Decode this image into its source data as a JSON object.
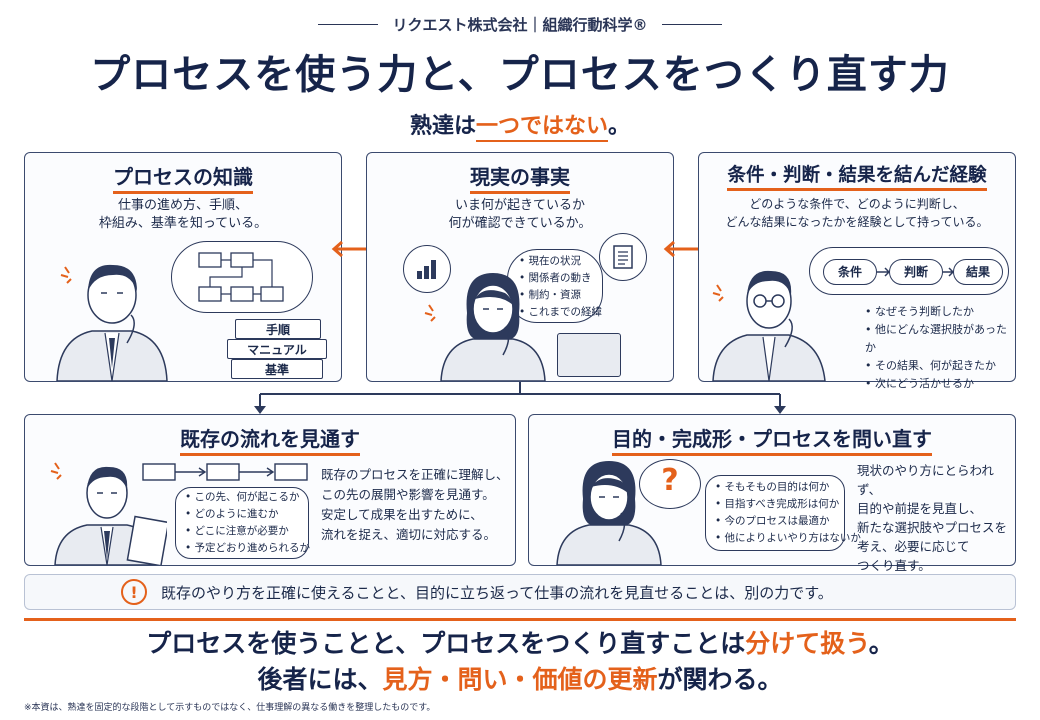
{
  "header": {
    "org": "リクエスト株式会社｜組織行動科学®",
    "title": "プロセスを使う力と、プロセスをつくり直す力",
    "subtitle_pre": "熟達は",
    "subtitle_hl": "一つではない",
    "subtitle_post": "。"
  },
  "panels": {
    "knowledge": {
      "title": "プロセスの知識",
      "desc1": "仕事の進め方、手順、",
      "desc2": "枠組み、基準を知っている。",
      "books": [
        "手順",
        "マニュアル",
        "基準"
      ]
    },
    "facts": {
      "title": "現実の事実",
      "desc1": "いま何が起きているか",
      "desc2": "何が確認できているか。",
      "bullets": [
        "現在の状況",
        "関係者の動き",
        "制約・資源",
        "これまでの経緯"
      ]
    },
    "experience": {
      "title": "条件・判断・結果を結んだ経験",
      "desc1": "どのような条件で、どのように判断し、",
      "desc2": "どんな結果になったかを経験として持っている。",
      "flow": [
        "条件",
        "判断",
        "結果"
      ],
      "bullets": [
        "なぜそう判断したか",
        "他にどんな選択肢があったか",
        "その結果、何が起きたか",
        "次にどう活かせるか"
      ]
    },
    "foresee": {
      "title": "既存の流れを見通す",
      "bullets": [
        "この先、何が起こるか",
        "どのように進むか",
        "どこに注意が必要か",
        "予定どおり進められるか"
      ],
      "desc": [
        "既存のプロセスを正確に理解し、",
        "この先の展開や影響を見通す。",
        "安定して成果を出すために、",
        "流れを捉え、適切に対応する。"
      ]
    },
    "rethink": {
      "title": "目的・完成形・プロセスを問い直す",
      "question_mark": "?",
      "bullets": [
        "そもそもの目的は何か",
        "目指すべき完成形は何か",
        "今のプロセスは最適か",
        "他によりよいやり方はないか"
      ],
      "desc": [
        "現状のやり方にとらわれず、",
        "目的や前提を見直し、",
        "新たな選択肢やプロセスを",
        "考え、必要に応じて",
        "つくり直す。"
      ]
    }
  },
  "note": {
    "icon": "!",
    "text": "既存のやり方を正確に使えることと、目的に立ち返って仕事の流れを見直せることは、別の力です。"
  },
  "conclusion": {
    "line1_pre": "プロセスを使うことと、プロセスをつくり直すことは",
    "line1_hl": "分けて扱う",
    "line1_post": "。",
    "line2_pre": "後者には、",
    "line2_hl": "見方・問い・価値の更新",
    "line2_post": "が関わる。"
  },
  "footnote": "※本資は、熟達を固定的な段階として示すものではなく、仕事理解の異なる働きを整理したものです。",
  "colors": {
    "navy": "#16244a",
    "accent": "#e4611b",
    "border": "#3b4a6e"
  }
}
